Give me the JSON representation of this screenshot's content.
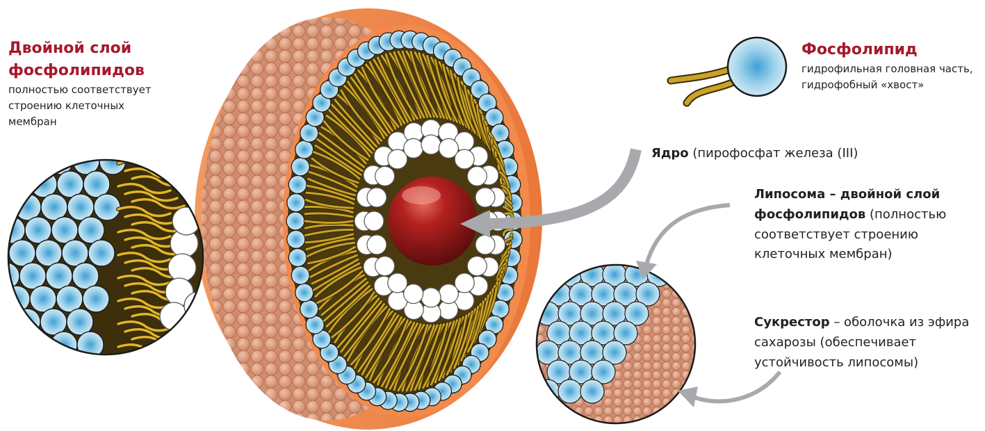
{
  "labels": {
    "bilayer": {
      "title": "Двойной слой фосфолипидов",
      "text": "полностью соответствует строению клеточных мембран"
    },
    "phospholipid": {
      "title": "Фосфолипид",
      "text": "гидрофильная головная часть, гидрофобный «хвост»"
    },
    "core": {
      "bold": "Ядро",
      "text": " (пирофосфат железа (III)"
    },
    "liposome": {
      "bold": "Липосома – двойной слой фосфолипидов",
      "text": " (полностью соответствует строению клеточных мембран)"
    },
    "sucrestor": {
      "bold": "Сукрестор",
      "text": " – оболочка из эфира сахарозы (обеспечивает устойчивость липосомы)"
    }
  },
  "colors": {
    "accent_red": "#a6192e",
    "shell_orange": "#f08a4b",
    "sucrose_tan": "#d8967a",
    "head_blue": "#8fcbe6",
    "tail_gold": "#c9a227",
    "core_red": "#9e1b1b",
    "arrow_gray": "#a7a9ac"
  }
}
